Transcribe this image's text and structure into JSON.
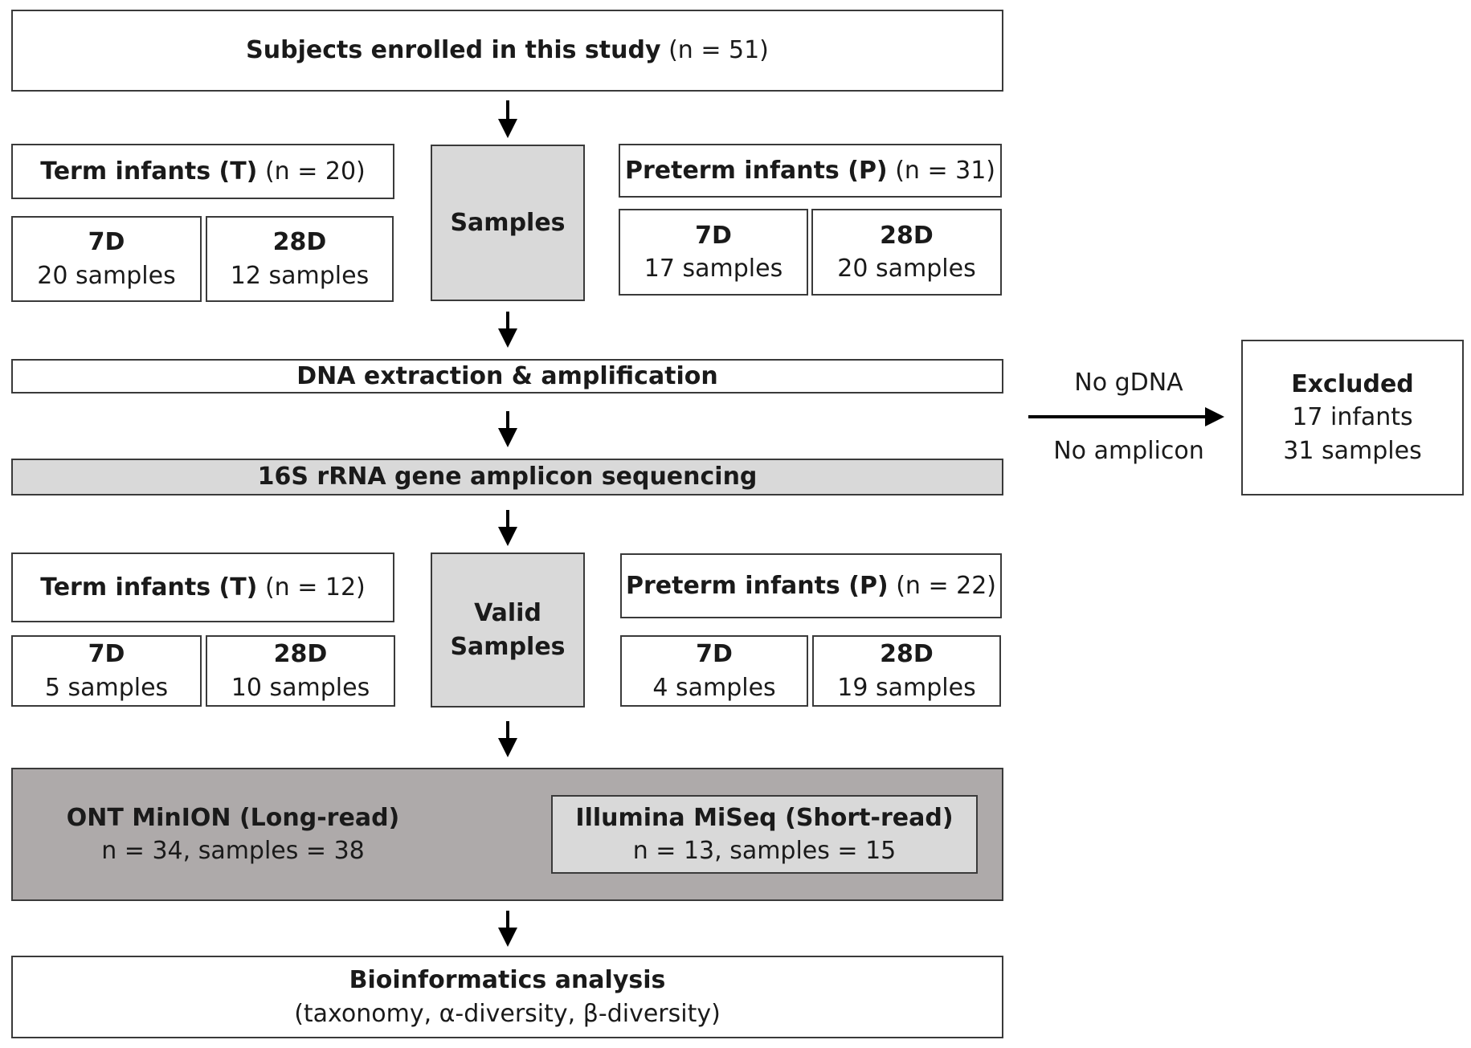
{
  "enrolled": {
    "title": "Subjects enrolled in this study",
    "count": "(n = 51)"
  },
  "stage1": {
    "term": {
      "title": "Term infants (T)",
      "count": "(n = 20)",
      "d7": {
        "label": "7D",
        "samples": "20 samples"
      },
      "d28": {
        "label": "28D",
        "samples": "12 samples"
      }
    },
    "center": "Samples",
    "preterm": {
      "title": "Preterm infants (P)",
      "count": "(n = 31)",
      "d7": {
        "label": "7D",
        "samples": "17 samples"
      },
      "d28": {
        "label": "28D",
        "samples": "20 samples"
      }
    }
  },
  "extraction": "DNA extraction & amplification",
  "sequencing": "16S rRNA gene amplicon sequencing",
  "exclusion": {
    "reason_top": "No gDNA",
    "reason_bottom": "No amplicon",
    "title": "Excluded",
    "infants": "17 infants",
    "samples": "31 samples"
  },
  "stage2": {
    "term": {
      "title": "Term infants (T)",
      "count": "(n = 12)",
      "d7": {
        "label": "7D",
        "samples": "5 samples"
      },
      "d28": {
        "label": "28D",
        "samples": "10 samples"
      }
    },
    "center_line1": "Valid",
    "center_line2": "Samples",
    "preterm": {
      "title": "Preterm infants (P)",
      "count": "(n = 22)",
      "d7": {
        "label": "7D",
        "samples": "4 samples"
      },
      "d28": {
        "label": "28D",
        "samples": "19 samples"
      }
    }
  },
  "platforms": {
    "ont": {
      "title": "ONT MinION (Long-read)",
      "detail": "n = 34, samples = 38"
    },
    "illumina": {
      "title": "Illumina MiSeq (Short-read)",
      "detail": "n = 13, samples = 15"
    }
  },
  "analysis": {
    "title": "Bioinformatics analysis",
    "detail": "(taxonomy, α-diversity, β-diversity)"
  },
  "colors": {
    "light_gray": "#d9d9d9",
    "dark_gray": "#aeaaaa",
    "border": "#3a3a3a"
  }
}
